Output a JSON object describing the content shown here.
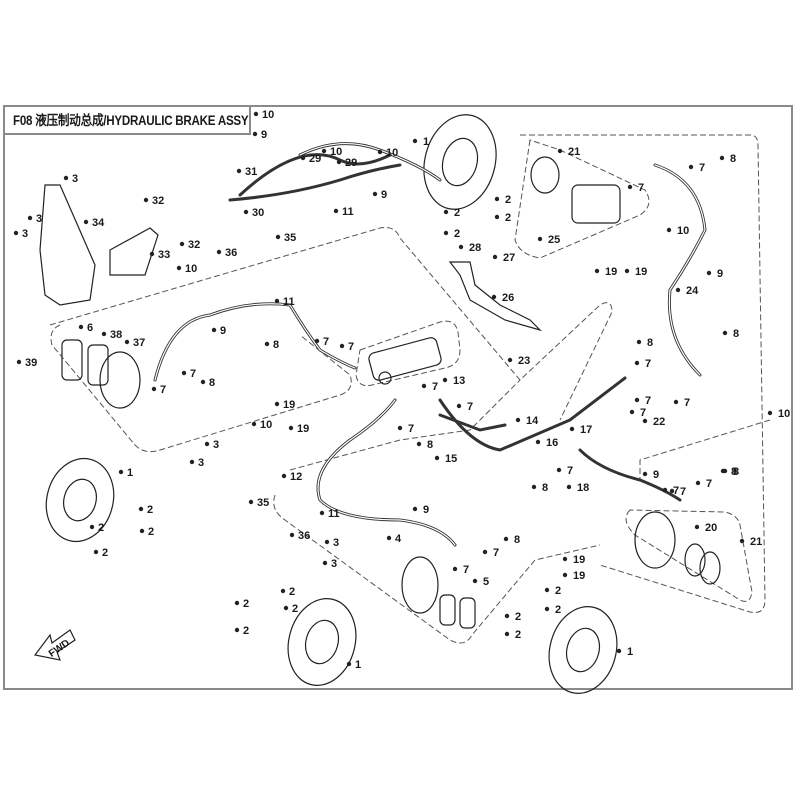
{
  "diagram": {
    "title": "F08 液压制动总成/HYDRAULIC BRAKE ASSY",
    "direction_indicator": "FWD",
    "callouts": [
      {
        "id": "c1",
        "label": "10"
      },
      {
        "id": "c2",
        "label": "9"
      },
      {
        "id": "c3",
        "label": "29"
      },
      {
        "id": "c4",
        "label": "31"
      },
      {
        "id": "c5",
        "label": "10"
      },
      {
        "id": "c6",
        "label": "29"
      },
      {
        "id": "c7",
        "label": "10"
      },
      {
        "id": "c8",
        "label": "9"
      },
      {
        "id": "c9",
        "label": "11"
      },
      {
        "id": "c10",
        "label": "30"
      },
      {
        "id": "c11",
        "label": "3"
      },
      {
        "id": "c12",
        "label": "34"
      },
      {
        "id": "c13",
        "label": "3"
      },
      {
        "id": "c14",
        "label": "3"
      },
      {
        "id": "c15",
        "label": "32"
      },
      {
        "id": "c16",
        "label": "32"
      },
      {
        "id": "c17",
        "label": "33"
      },
      {
        "id": "c18",
        "label": "36"
      },
      {
        "id": "c19",
        "label": "35"
      },
      {
        "id": "c20",
        "label": "10"
      },
      {
        "id": "c21",
        "label": "1"
      },
      {
        "id": "c22",
        "label": "2"
      },
      {
        "id": "c23",
        "label": "2"
      },
      {
        "id": "c24",
        "label": "2"
      },
      {
        "id": "c25",
        "label": "2"
      },
      {
        "id": "c26",
        "label": "28"
      },
      {
        "id": "c27",
        "label": "27"
      },
      {
        "id": "c28",
        "label": "26"
      },
      {
        "id": "c29",
        "label": "21"
      },
      {
        "id": "c30",
        "label": "7"
      },
      {
        "id": "c31",
        "label": "8"
      },
      {
        "id": "c32",
        "label": "7"
      },
      {
        "id": "c33",
        "label": "25"
      },
      {
        "id": "c34",
        "label": "19"
      },
      {
        "id": "c35",
        "label": "19"
      },
      {
        "id": "c36",
        "label": "10"
      },
      {
        "id": "c37",
        "label": "9"
      },
      {
        "id": "c38",
        "label": "24"
      },
      {
        "id": "c39",
        "label": "11"
      },
      {
        "id": "c40",
        "label": "9"
      },
      {
        "id": "c41",
        "label": "37"
      },
      {
        "id": "c42",
        "label": "6"
      },
      {
        "id": "c43",
        "label": "38"
      },
      {
        "id": "c44",
        "label": "39"
      },
      {
        "id": "c45",
        "label": "8"
      },
      {
        "id": "c46",
        "label": "7"
      },
      {
        "id": "c47",
        "label": "7"
      },
      {
        "id": "c48",
        "label": "7"
      },
      {
        "id": "c49",
        "label": "8"
      },
      {
        "id": "c50",
        "label": "7"
      },
      {
        "id": "c51",
        "label": "3"
      },
      {
        "id": "c52",
        "label": "3"
      },
      {
        "id": "c53",
        "label": "19"
      },
      {
        "id": "c54",
        "label": "19"
      },
      {
        "id": "c55",
        "label": "10"
      },
      {
        "id": "c56",
        "label": "13"
      },
      {
        "id": "c57",
        "label": "7"
      },
      {
        "id": "c58",
        "label": "7"
      },
      {
        "id": "c59",
        "label": "7"
      },
      {
        "id": "c60",
        "label": "8"
      },
      {
        "id": "c61",
        "label": "14"
      },
      {
        "id": "c62",
        "label": "15"
      },
      {
        "id": "c63",
        "label": "16"
      },
      {
        "id": "c64",
        "label": "23"
      },
      {
        "id": "c65",
        "label": "8"
      },
      {
        "id": "c66",
        "label": "7"
      },
      {
        "id": "c67",
        "label": "7"
      },
      {
        "id": "c68",
        "label": "17"
      },
      {
        "id": "c69",
        "label": "22"
      },
      {
        "id": "c70",
        "label": "7"
      },
      {
        "id": "c71",
        "label": "7"
      },
      {
        "id": "c72",
        "label": "8"
      },
      {
        "id": "c73",
        "label": "7"
      },
      {
        "id": "c74",
        "label": "8"
      },
      {
        "id": "c75",
        "label": "18"
      },
      {
        "id": "c76",
        "label": "9"
      },
      {
        "id": "c77",
        "label": "10"
      },
      {
        "id": "c78",
        "label": "8"
      },
      {
        "id": "c79",
        "label": "7"
      },
      {
        "id": "c80",
        "label": "7"
      },
      {
        "id": "c81",
        "label": "20"
      },
      {
        "id": "c82",
        "label": "21"
      },
      {
        "id": "c83",
        "label": "7"
      },
      {
        "id": "c84",
        "label": "8"
      },
      {
        "id": "c85",
        "label": "1"
      },
      {
        "id": "c86",
        "label": "2"
      },
      {
        "id": "c87",
        "label": "2"
      },
      {
        "id": "c88",
        "label": "2"
      },
      {
        "id": "c89",
        "label": "2"
      },
      {
        "id": "c90",
        "label": "12"
      },
      {
        "id": "c91",
        "label": "35"
      },
      {
        "id": "c92",
        "label": "11"
      },
      {
        "id": "c93",
        "label": "36"
      },
      {
        "id": "c94",
        "label": "9"
      },
      {
        "id": "c95",
        "label": "4"
      },
      {
        "id": "c96",
        "label": "3"
      },
      {
        "id": "c97",
        "label": "3"
      },
      {
        "id": "c98",
        "label": "8"
      },
      {
        "id": "c99",
        "label": "7"
      },
      {
        "id": "c100",
        "label": "7"
      },
      {
        "id": "c101",
        "label": "5"
      },
      {
        "id": "c102",
        "label": "19"
      },
      {
        "id": "c103",
        "label": "19"
      },
      {
        "id": "c104",
        "label": "2"
      },
      {
        "id": "c105",
        "label": "2"
      },
      {
        "id": "c106",
        "label": "2"
      },
      {
        "id": "c107",
        "label": "2"
      },
      {
        "id": "c108",
        "label": "1"
      },
      {
        "id": "c109",
        "label": "2"
      },
      {
        "id": "c110",
        "label": "2"
      },
      {
        "id": "c111",
        "label": "2"
      },
      {
        "id": "c112",
        "label": "2"
      },
      {
        "id": "c113",
        "label": "1"
      }
    ]
  }
}
